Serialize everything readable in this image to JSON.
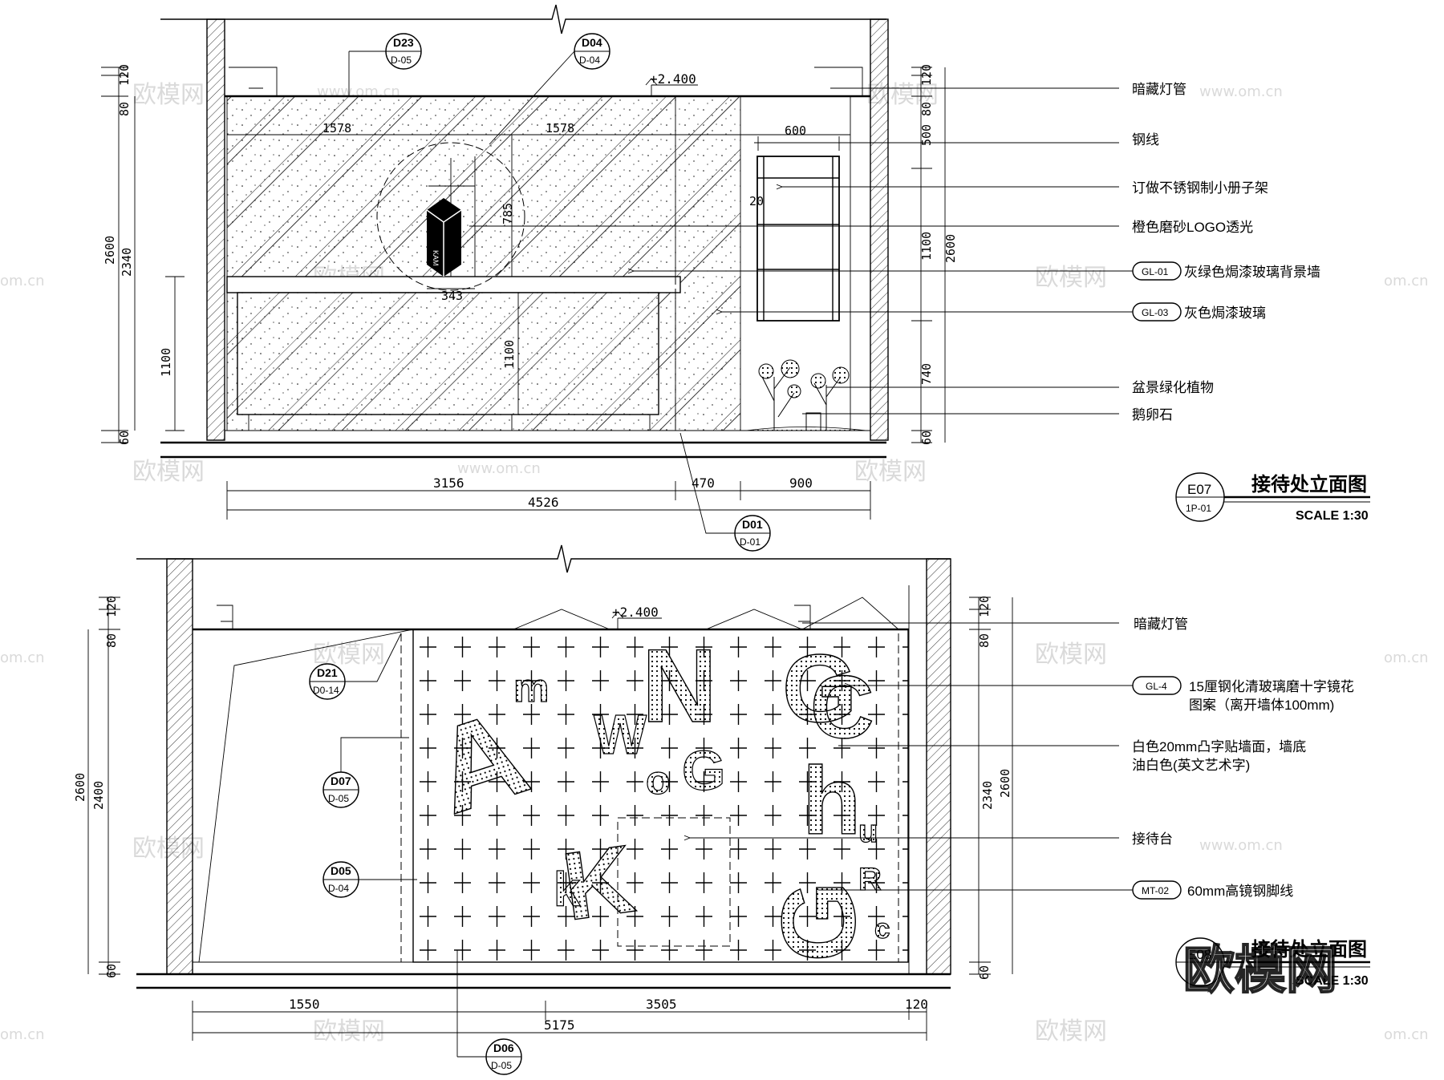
{
  "watermark": {
    "brand": "欧模网",
    "url": "www.om.cn",
    "tail": "om.cn"
  },
  "elevation1": {
    "title": "接待处立面图",
    "id": "E07",
    "sheet": "1P-01",
    "scale": "SCALE 1:30",
    "level": "+2.400",
    "callouts": [
      {
        "code": "D23",
        "sheet": "D-05"
      },
      {
        "code": "D04",
        "sheet": "D-04"
      },
      {
        "code": "D01",
        "sheet": "D-01"
      }
    ],
    "annotations": [
      {
        "text": "暗藏灯管"
      },
      {
        "text": "钢线"
      },
      {
        "text": "订做不锈钢制小册子架"
      },
      {
        "text": "橙色磨砂LOGO透光"
      },
      {
        "tag": "GL-01",
        "text": "灰绿色焗漆玻璃背景墙"
      },
      {
        "tag": "GL-03",
        "text": "灰色焗漆玻璃"
      },
      {
        "text": "盆景绿化植物"
      },
      {
        "text": "鹅卵石"
      }
    ],
    "dims": {
      "left_outer": [
        "120",
        "80",
        "2600",
        "2340",
        "60"
      ],
      "left_inner": "1100",
      "top": [
        "1578",
        "1578",
        "600"
      ],
      "center_v": [
        "785",
        "1100"
      ],
      "logo_w": "343",
      "shelf_gap": "20",
      "right_inner": [
        "120",
        "80",
        "500",
        "1100",
        "740",
        "60"
      ],
      "right_outer": "2600",
      "bottom": [
        "3156",
        "470",
        "900"
      ],
      "bottom_total": "4526"
    },
    "logo_text": "KAM"
  },
  "elevation2": {
    "title": "接待处立面图",
    "id": "E08",
    "scale": "SCALE 1:30",
    "level": "+2.400",
    "callouts": [
      {
        "code": "D21",
        "sheet": "D0-14"
      },
      {
        "code": "D07",
        "sheet": "D-05"
      },
      {
        "code": "D05",
        "sheet": "D-04"
      },
      {
        "code": "D06",
        "sheet": "D-05"
      }
    ],
    "annotations": [
      {
        "text": "暗藏灯管"
      },
      {
        "tag": "GL-4",
        "text": "15厘钢化清玻璃磨十字镜花",
        "text2": "图案（离开墙体100mm)"
      },
      {
        "text": "白色20mm凸字贴墙面，墙底",
        "text2": "油白色(英文艺术字)"
      },
      {
        "text": "接待台"
      },
      {
        "tag": "MT-02",
        "text": "60mm高镜钢脚线"
      }
    ],
    "dims": {
      "left_outer": [
        "120",
        "80",
        "2600",
        "2400",
        "60"
      ],
      "right": [
        "120",
        "80",
        "2340",
        "2600",
        "60"
      ],
      "bottom": [
        "1550",
        "3505",
        "120"
      ],
      "bottom_total": "5175"
    },
    "letters": [
      "A",
      "m",
      "W",
      "N",
      "G",
      "C",
      "o",
      "G",
      "h",
      "K",
      "k",
      "u",
      "R",
      "c",
      "G"
    ]
  }
}
